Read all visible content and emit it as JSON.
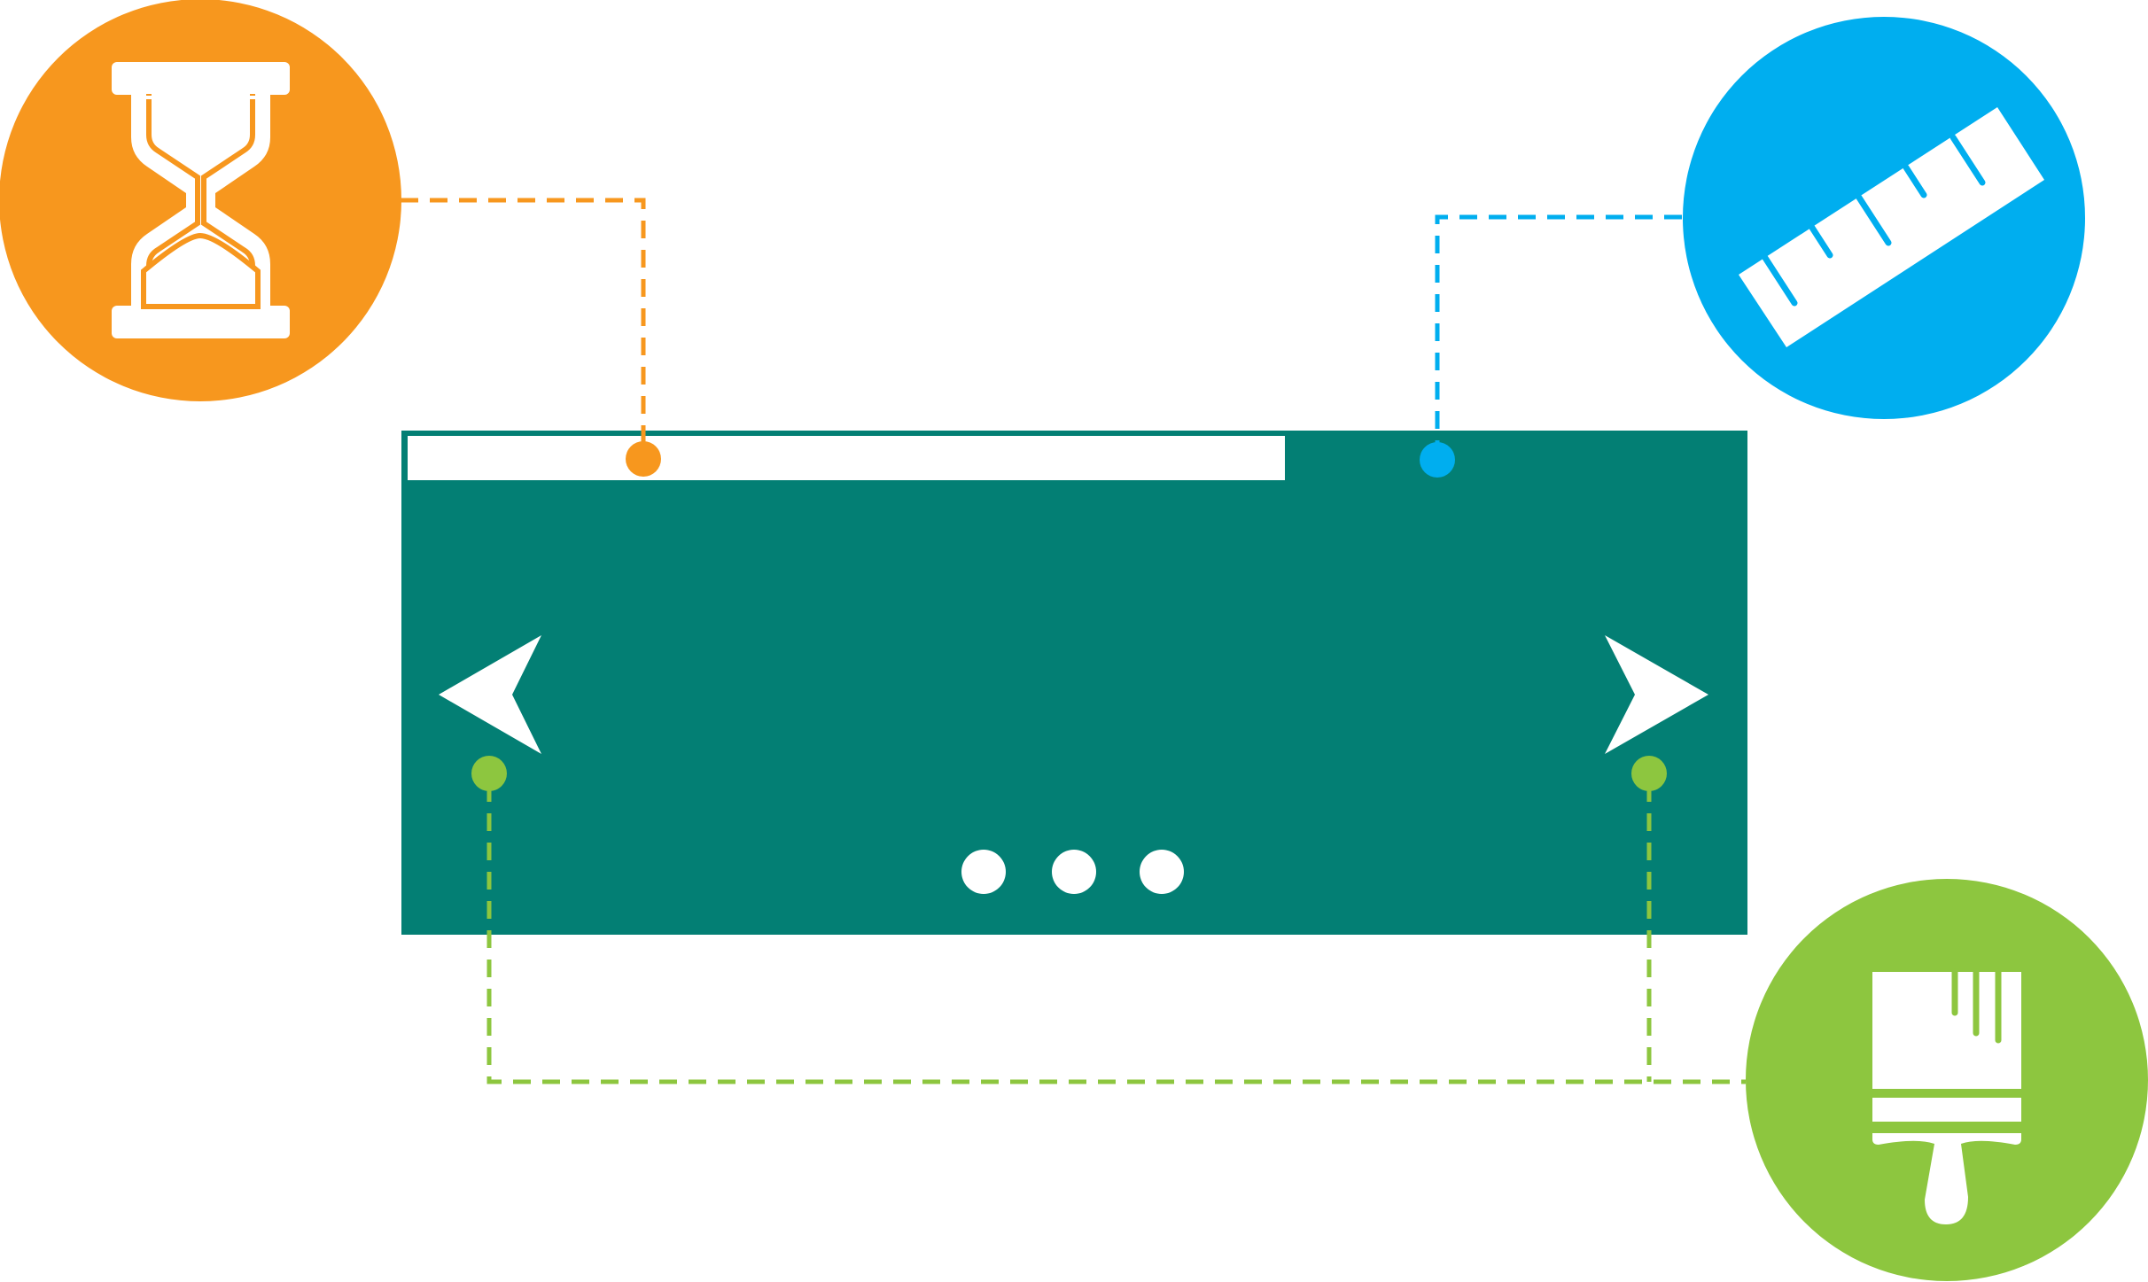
{
  "diagram": {
    "colors": {
      "orange": "#F7971E",
      "blue": "#00AEEF",
      "green": "#8DC63F",
      "teal": "#037F74",
      "white": "#FFFFFF"
    },
    "callouts": [
      {
        "name": "timing",
        "icon": "hourglass-icon",
        "color": "orange",
        "target": "caption-bar"
      },
      {
        "name": "size",
        "icon": "ruler-icon",
        "color": "blue",
        "target": "slider-top-edge"
      },
      {
        "name": "style",
        "icon": "paintbrush-icon",
        "color": "green",
        "target": "navigation-arrows"
      }
    ],
    "slider": {
      "arrows": [
        "previous-arrow",
        "next-arrow"
      ],
      "dot_count": 3
    }
  }
}
